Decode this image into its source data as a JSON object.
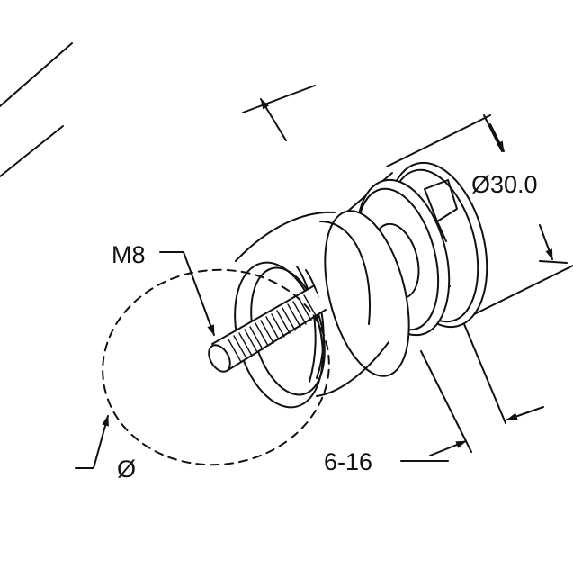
{
  "drawing": {
    "labels": {
      "thread": "M8",
      "outer_diameter": "Ø30.0",
      "thickness_range": "6-16",
      "hole_diameter": "Ø"
    },
    "colors": {
      "stroke": "#111111",
      "background": "#ffffff"
    }
  }
}
